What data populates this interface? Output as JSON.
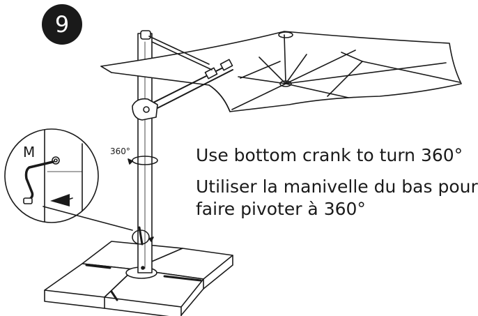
{
  "step": {
    "number": "9"
  },
  "callout": {
    "part_label": "M"
  },
  "rotation": {
    "label": "360°"
  },
  "instructions": {
    "english": "Use bottom crank to turn 360°",
    "french_line1": "Utiliser la manivelle du bas pour",
    "french_line2": "faire pivoter à 360°"
  },
  "colors": {
    "ink": "#1a1a1a",
    "background": "#ffffff"
  },
  "icons": [
    "crank-handle-icon",
    "rotation-arrow-icon",
    "pointer-arrow-icon"
  ]
}
